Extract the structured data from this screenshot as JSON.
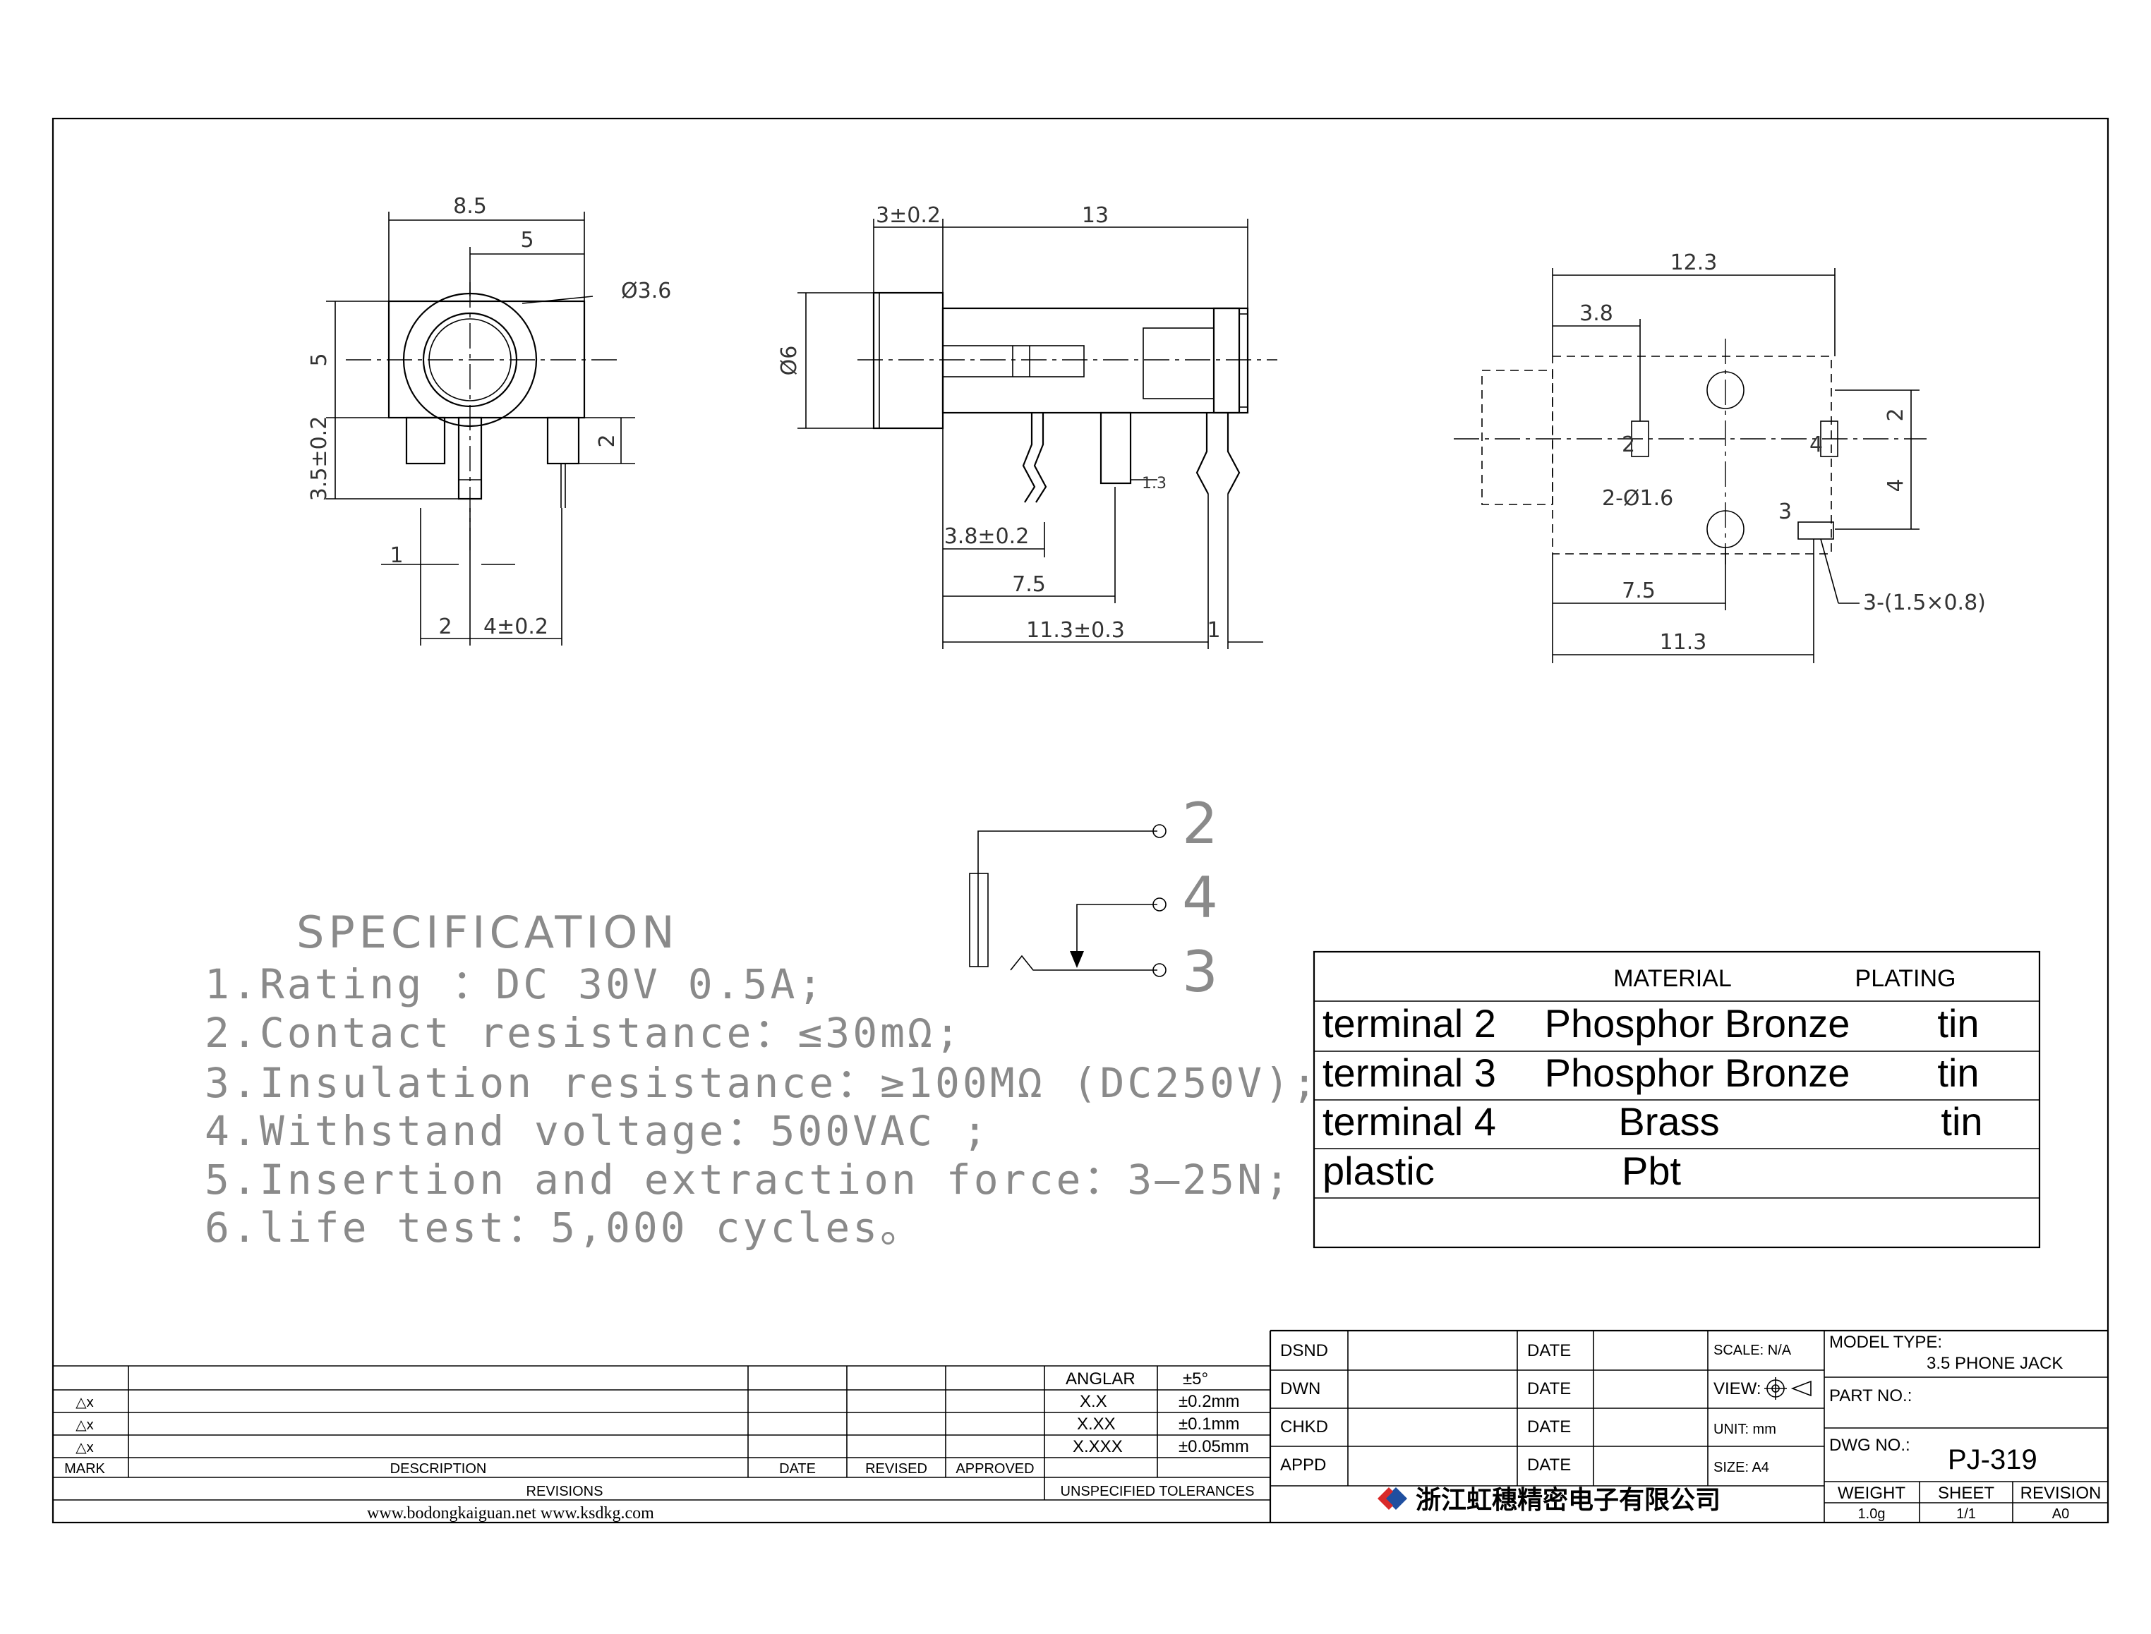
{
  "dimensions": {
    "front": [
      "8.5",
      "5",
      "Ø3.6",
      "5",
      "3.5±0.2",
      "2",
      "1",
      "2",
      "4±0.2"
    ],
    "side": [
      "3±0.2",
      "13",
      "Ø6",
      "1.3",
      "3.8±0.2",
      "7.5",
      "11.3±0.3",
      "1"
    ],
    "pcb": [
      "12.3",
      "3.8",
      "2",
      "4",
      "2",
      "4",
      "2-Ø1.6",
      "3",
      "7.5",
      "11.3",
      "3-(1.5×0.8)"
    ]
  },
  "schematic": {
    "pins": [
      "2",
      "4",
      "3"
    ]
  },
  "specification": {
    "title": "SPECIFICATION",
    "items": [
      "1.Rating ：DC 30V 0.5A;",
      "2.Contact resistance：≤30mΩ;",
      "3.Insulation resistance：≥100MΩ (DC250V);",
      "4.Withstand voltage：500VAC ;",
      "5.Insertion and extraction force：3—25N;",
      "6.life test：5,000 cycles。"
    ]
  },
  "material_table": {
    "headers": [
      "MATERIAL",
      "PLATING"
    ],
    "rows": [
      [
        "terminal 2",
        "Phosphor Bronze",
        "tin"
      ],
      [
        "terminal 3",
        "Phosphor Bronze",
        "tin"
      ],
      [
        "terminal 4",
        "Brass",
        "tin"
      ],
      [
        "plastic",
        "Pbt",
        ""
      ]
    ]
  },
  "revisions": {
    "marks": [
      "△x",
      "△x",
      "△x"
    ],
    "columns": [
      "MARK",
      "DESCRIPTION",
      "DATE",
      "REVISED",
      "APPROVED"
    ],
    "footer": "REVISIONS",
    "websites": "www.bodongkaiguan.net    www.ksdkg.com"
  },
  "tolerances": {
    "rows": [
      [
        "ANGLAR",
        "±5°"
      ],
      [
        "X.X",
        "±0.2mm"
      ],
      [
        "X.XX",
        "±0.1mm"
      ],
      [
        "X.XXX",
        "±0.05mm"
      ]
    ],
    "footer": "UNSPECIFIED TOLERANCES"
  },
  "title_block": {
    "signoffs": [
      "DSND",
      "DWN",
      "CHKD",
      "APPD"
    ],
    "date_label": "DATE",
    "scale": "SCALE: N/A",
    "view": "VIEW:",
    "unit": "UNIT: mm",
    "size": "SIZE: A4",
    "model_type_label": "MODEL TYPE:",
    "model_type": "3.5 PHONE JACK",
    "part_no_label": "PART NO.:",
    "dwg_no_label": "DWG NO.:",
    "dwg_no": "PJ-319",
    "company": "浙江虹穗精密电子有限公司",
    "weight_label": "WEIGHT",
    "sheet_label": "SHEET",
    "revision_label": "REVISION",
    "weight": "1.0g",
    "sheet": "1/1",
    "revision": "A0"
  }
}
